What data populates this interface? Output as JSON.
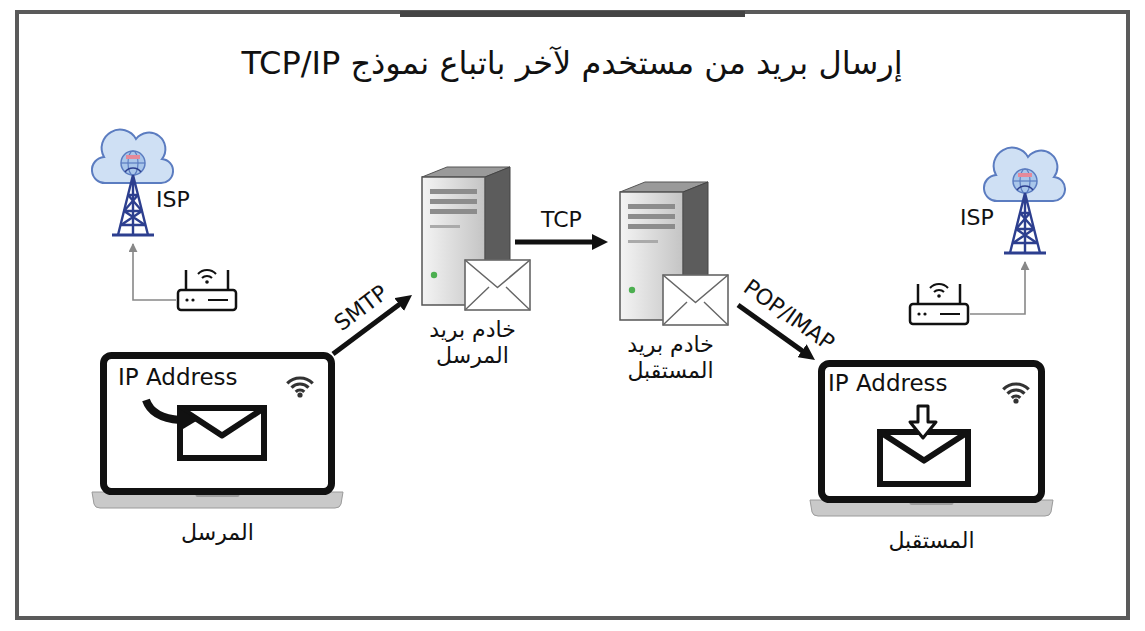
{
  "diagram": {
    "title": "إرسال بريد من مستخدم لآخر باتباع نموذج TCP/IP",
    "nodes": [
      {
        "text": [
          "ISP"
        ]
      },
      {
        "text": [
          "IP Address",
          "المرسل"
        ]
      },
      {
        "text": [
          "خادم بريد المرسل"
        ]
      },
      {
        "text": [
          "خادم بريد المستقبل"
        ]
      },
      {
        "text": [
          "ISP"
        ]
      },
      {
        "text": [
          "IP Address",
          "المستقبل"
        ]
      }
    ],
    "edges": [
      {
        "from": 1,
        "to": 2,
        "label": "SMTP",
        "arrow": "to"
      },
      {
        "from": 2,
        "to": 3,
        "label": "TCP",
        "arrow": "to"
      },
      {
        "from": 3,
        "to": 5,
        "label": "POP/IMAP",
        "arrow": "to"
      }
    ]
  }
}
